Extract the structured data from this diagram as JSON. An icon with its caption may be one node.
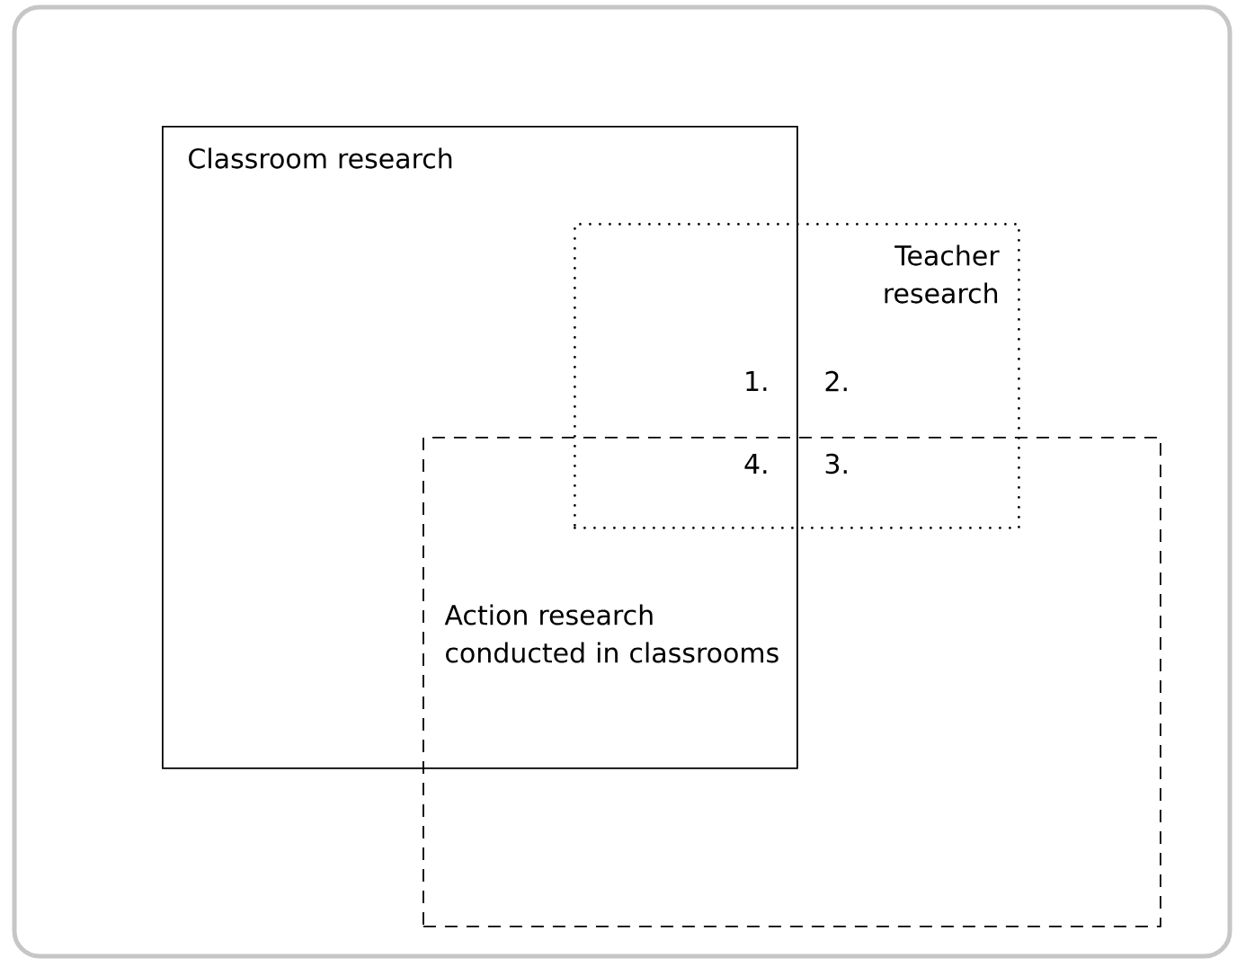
{
  "diagram": {
    "nodes": [
      {
        "text": [
          "Classroom research"
        ]
      },
      {
        "text": [
          "Teacher research"
        ]
      },
      {
        "text": [
          "Action research conducted in classrooms"
        ]
      }
    ],
    "labels": [
      "1.",
      "2.",
      "4.",
      "3."
    ]
  }
}
